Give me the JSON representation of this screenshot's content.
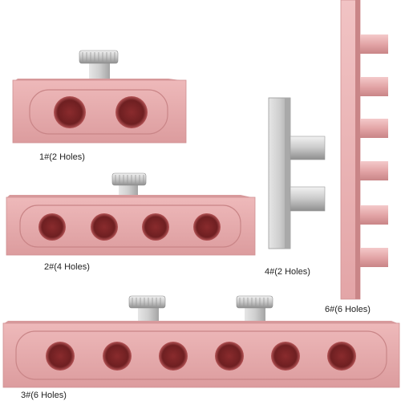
{
  "labels": {
    "block1": "1#(2 Holes)",
    "block2": "2#(4 Holes)",
    "block3": "3#(6 Holes)",
    "block4": "4#(2 Holes)",
    "block6": "6#(6 Holes)"
  },
  "colors": {
    "pink_body": "#e3a5a7",
    "pink_face": "#eab5b6",
    "pink_shadow": "#c98587",
    "hole_dark": "#6e1f21",
    "silver": "#c9c9c9",
    "silver_dark": "#9a9a9a"
  }
}
